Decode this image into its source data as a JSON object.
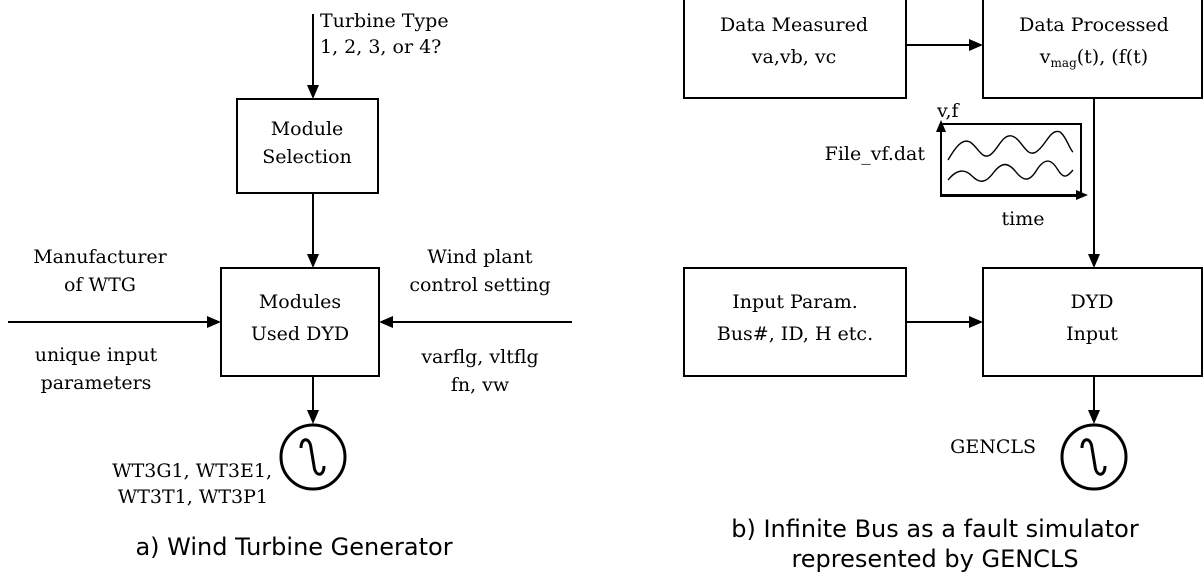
{
  "panel_a": {
    "turbine_type": [
      "Turbine Type",
      "1, 2, 3, or 4?"
    ],
    "module_selection": [
      "Module",
      "Selection"
    ],
    "modules_used": [
      "Modules",
      "Used DYD"
    ],
    "manufacturer": [
      "Manufacturer",
      "of WTG"
    ],
    "unique_params": [
      "unique input",
      "parameters"
    ],
    "wind_plant": [
      "Wind plant",
      "control setting"
    ],
    "control_flags": [
      "varflg, vltflg",
      "fn, vw"
    ],
    "generator_models": [
      "WT3G1, WT3E1,",
      "WT3T1, WT3P1"
    ],
    "caption": "a) Wind Turbine Generator"
  },
  "panel_b": {
    "data_measured": [
      "Data Measured",
      "va,vb, vc"
    ],
    "data_processed": {
      "line1": "Data Processed",
      "v": "v",
      "mag_sub": "mag",
      "rest": "(t), (f(t)"
    },
    "vf_label": "v,f",
    "file_label": "File_vf.dat",
    "time_label": "time",
    "input_param": [
      "Input Param.",
      "Bus#, ID, H etc."
    ],
    "dyd_input": [
      "DYD",
      "Input"
    ],
    "gencls": "GENCLS",
    "caption": [
      "b) Infinite Bus as a fault simulator",
      "represented by GENCLS"
    ]
  },
  "icons": {
    "generator_symbol": "sine-wave-in-circle"
  }
}
